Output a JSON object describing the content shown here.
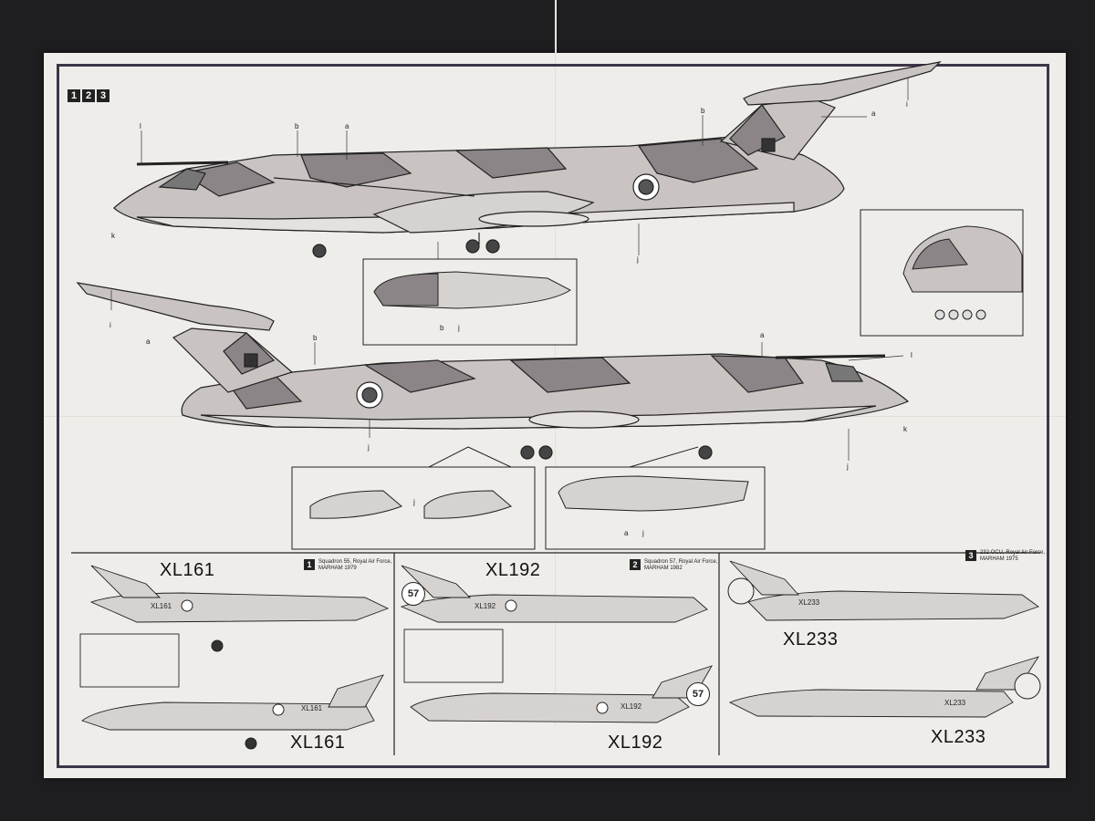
{
  "steps": [
    "1",
    "2",
    "3"
  ],
  "callouts": {
    "a": "a",
    "b": "b",
    "i": "i",
    "j": "j",
    "k": "k",
    "l": "l"
  },
  "schemes": [
    {
      "number": "1",
      "line1": "Squadron 55, Royal Air Force,",
      "line2": "MARHAM 1979",
      "serial": "XL161",
      "side_serial": "XL161"
    },
    {
      "number": "2",
      "line1": "Squadron 57, Royal Air Force,",
      "line2": "MARHAM 1982",
      "serial": "XL192",
      "side_serial": "XL192",
      "badge": "57"
    },
    {
      "number": "3",
      "line1": "232 OCU, Royal Air Force,",
      "line2": "MARHAM 1975",
      "serial": "XL233",
      "side_serial": "XL233"
    }
  ],
  "colors": {
    "sheet": "#efedea",
    "frame": "#3e3548",
    "camo_dark": "#8b8587",
    "camo_light": "#c9c4c2",
    "underside": "#e4e1de"
  }
}
